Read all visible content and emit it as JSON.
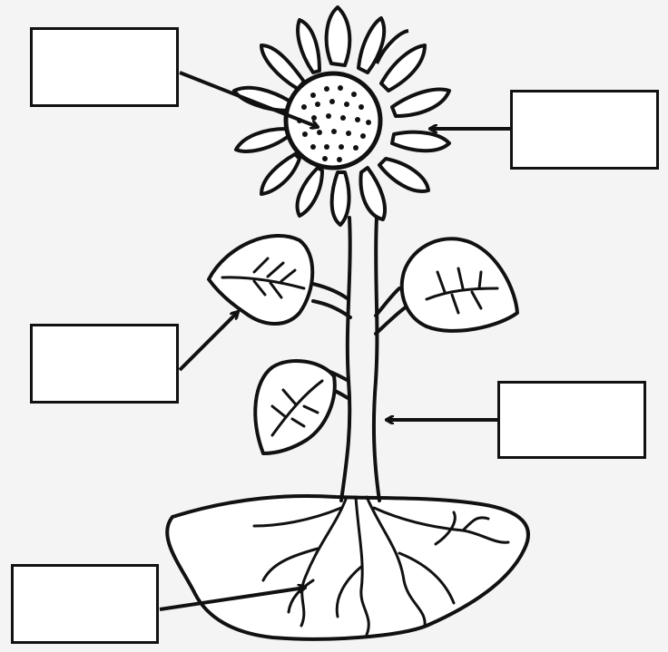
{
  "diagram": {
    "subject": "sunflower-plant",
    "line_color": "#111111",
    "background_color": "#f4f4f4",
    "label_boxes": [
      {
        "id": "flower-center",
        "text": ""
      },
      {
        "id": "petals",
        "text": ""
      },
      {
        "id": "leaf",
        "text": ""
      },
      {
        "id": "stem",
        "text": ""
      },
      {
        "id": "roots",
        "text": ""
      }
    ]
  }
}
